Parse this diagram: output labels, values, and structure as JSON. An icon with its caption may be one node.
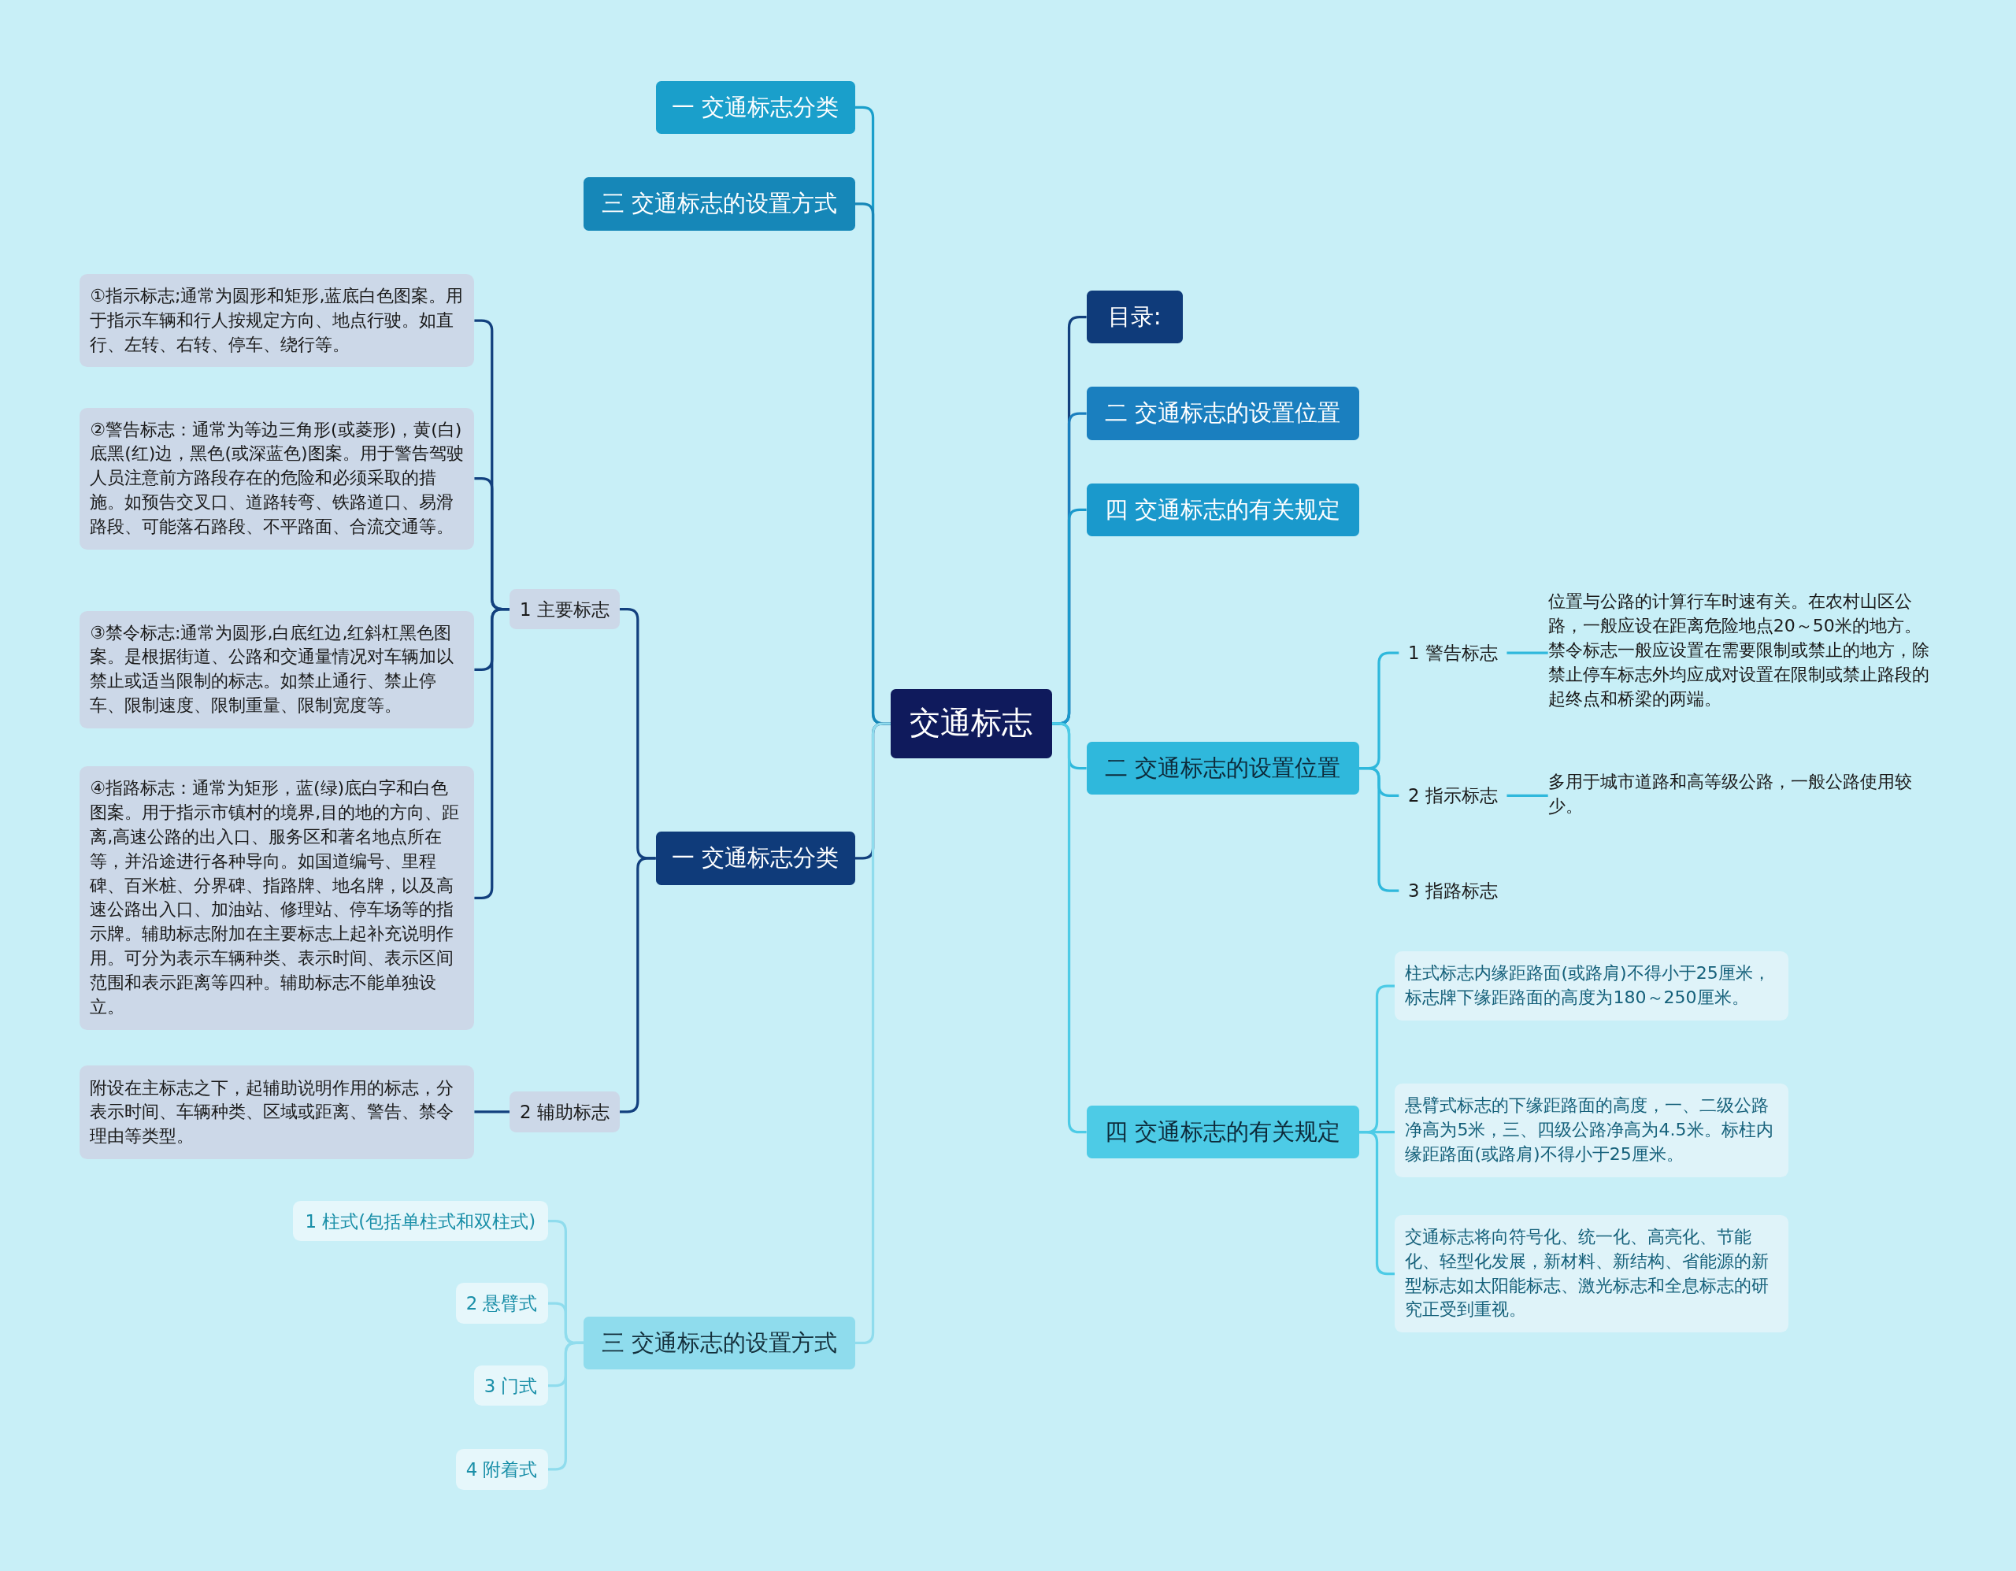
{
  "diagram": {
    "nodes": [
      {
        "text": [
          "交通标志"
        ]
      },
      {
        "text": [
          "一 交通标志分类"
        ]
      },
      {
        "text": [
          "三 交通标志的设置方式"
        ]
      },
      {
        "text": [
          "目录:"
        ]
      },
      {
        "text": [
          "二 交通标志的设置位置"
        ]
      },
      {
        "text": [
          "四 交通标志的有关规定"
        ]
      },
      {
        "text": [
          "一 交通标志分类"
        ]
      },
      {
        "text": [
          "1 主要标志"
        ]
      },
      {
        "text": [
          "①指示标志;通常为圆形和矩形,蓝底白色图案。用于指示车辆和行人按规定方向、地点行驶。如直行、左转、右转、停车、绕行等。"
        ]
      },
      {
        "text": [
          "②警告标志：通常为等边三角形(或菱形)，黄(白)底黑(红)边，黑色(或深蓝色)图案。用于警告驾驶人员注意前方路段存在的危险和必须采取的措施。如预告交叉口、道路转弯、铁路道口、易滑路段、可能落石路段、不平路面、合流交通等。"
        ]
      },
      {
        "text": [
          "③禁令标志:通常为圆形,白底红边,红斜杠黑色图案。是根据街道、公路和交通量情况对车辆加以禁止或适当限制的标志。如禁止通行、禁止停车、限制速度、限制重量、限制宽度等。"
        ]
      },
      {
        "text": [
          "④指路标志：通常为矩形，蓝(绿)底白字和白色图案。用于指示市镇村的境界,目的地的方向、距离,高速公路的出入口、服务区和著名地点所在等，并沿途进行各种导向。如国道编号、里程碑、百米桩、分界碑、指路牌、地名牌，以及高速公路出入口、加油站、修理站、停车场等的指示牌。辅助标志附加在主要标志上起补充说明作用。可分为表示车辆种类、表示时间、表示区间范围和表示距离等四种。辅助标志不能单独设立。"
        ]
      },
      {
        "text": [
          "2 辅助标志"
        ]
      },
      {
        "text": [
          "附设在主标志之下，起辅助说明作用的标志，分表示时间、车辆种类、区域或距离、警告、禁令理由等类型。"
        ]
      },
      {
        "text": [
          "三 交通标志的设置方式"
        ]
      },
      {
        "text": [
          "1 柱式(包括单柱式和双柱式)"
        ]
      },
      {
        "text": [
          "2 悬臂式"
        ]
      },
      {
        "text": [
          "3 门式"
        ]
      },
      {
        "text": [
          "4 附着式"
        ]
      },
      {
        "text": [
          "二 交通标志的设置位置"
        ]
      },
      {
        "text": [
          "1 警告标志"
        ]
      },
      {
        "text": [
          "位置与公路的计算行车时速有关。在农村山区公路，一般应设在距离危险地点20～50米的地方。禁令标志一般应设置在需要限制或禁止的地方，除禁止停车标志外均应成对设置在限制或禁止路段的起终点和桥梁的两端。"
        ]
      },
      {
        "text": [
          "2 指示标志"
        ]
      },
      {
        "text": [
          "多用于城市道路和高等级公路，一般公路使用较少。"
        ]
      },
      {
        "text": [
          "3 指路标志"
        ]
      },
      {
        "text": [
          "四 交通标志的有关规定"
        ]
      },
      {
        "text": [
          "柱式标志内缘距路面(或路肩)不得小于25厘米，标志牌下缘距路面的高度为180～250厘米。"
        ]
      },
      {
        "text": [
          "悬臂式标志的下缘距路面的高度，一、二级公路净高为5米，三、四级公路净高为4.5米。标柱内缘距路面(或路肩)不得小于25厘米。"
        ]
      },
      {
        "text": [
          "交通标志将向符号化、统一化、高亮化、节能化、轻型化发展，新材料、新结构、省能源的新型标志如太阳能标志、激光标志和全息标志的研究正受到重视。"
        ]
      }
    ],
    "edges": [
      {
        "from": 0,
        "to": 1,
        "arrow": "none",
        "color": "#1a9fcb"
      },
      {
        "from": 0,
        "to": 2,
        "arrow": "none",
        "color": "#1687b8"
      },
      {
        "from": 0,
        "to": 3,
        "arrow": "none"
      },
      {
        "from": 0,
        "to": 4,
        "arrow": "none",
        "color": "#1a7fbf"
      },
      {
        "from": 0,
        "to": 5,
        "arrow": "none",
        "color": "#1a99cc"
      },
      {
        "from": 0,
        "to": 6,
        "arrow": "none"
      },
      {
        "from": 0,
        "to": 14,
        "arrow": "none",
        "color": "#8fdced"
      },
      {
        "from": 0,
        "to": 19,
        "arrow": "none",
        "color": "#2fb8dc"
      },
      {
        "from": 0,
        "to": 25,
        "arrow": "none",
        "color": "#4dcbe6"
      },
      {
        "from": 6,
        "to": 7,
        "arrow": "none"
      },
      {
        "from": 6,
        "to": 12,
        "arrow": "none"
      },
      {
        "from": 7,
        "to": 8,
        "arrow": "none"
      },
      {
        "from": 7,
        "to": 9,
        "arrow": "none"
      },
      {
        "from": 7,
        "to": 10,
        "arrow": "none"
      },
      {
        "from": 7,
        "to": 11,
        "arrow": "none"
      },
      {
        "from": 12,
        "to": 13,
        "arrow": "none"
      },
      {
        "from": 14,
        "to": 15,
        "arrow": "none",
        "color": "#8fdced"
      },
      {
        "from": 14,
        "to": 16,
        "arrow": "none",
        "color": "#8fdced"
      },
      {
        "from": 14,
        "to": 17,
        "arrow": "none",
        "color": "#8fdced"
      },
      {
        "from": 14,
        "to": 18,
        "arrow": "none",
        "color": "#8fdced"
      },
      {
        "from": 19,
        "to": 20,
        "arrow": "none",
        "color": "#2fb8dc"
      },
      {
        "from": 19,
        "to": 22,
        "arrow": "none",
        "color": "#2fb8dc"
      },
      {
        "from": 19,
        "to": 24,
        "arrow": "none",
        "color": "#2fb8dc"
      },
      {
        "from": 20,
        "to": 21,
        "arrow": "none",
        "color": "#2fb8dc"
      },
      {
        "from": 22,
        "to": 23,
        "arrow": "none",
        "color": "#2fb8dc"
      },
      {
        "from": 25,
        "to": 26,
        "arrow": "none",
        "color": "#4dcbe6"
      },
      {
        "from": 25,
        "to": 27,
        "arrow": "none",
        "color": "#4dcbe6"
      },
      {
        "from": 25,
        "to": 28,
        "arrow": "none",
        "color": "#4dcbe6"
      }
    ]
  }
}
